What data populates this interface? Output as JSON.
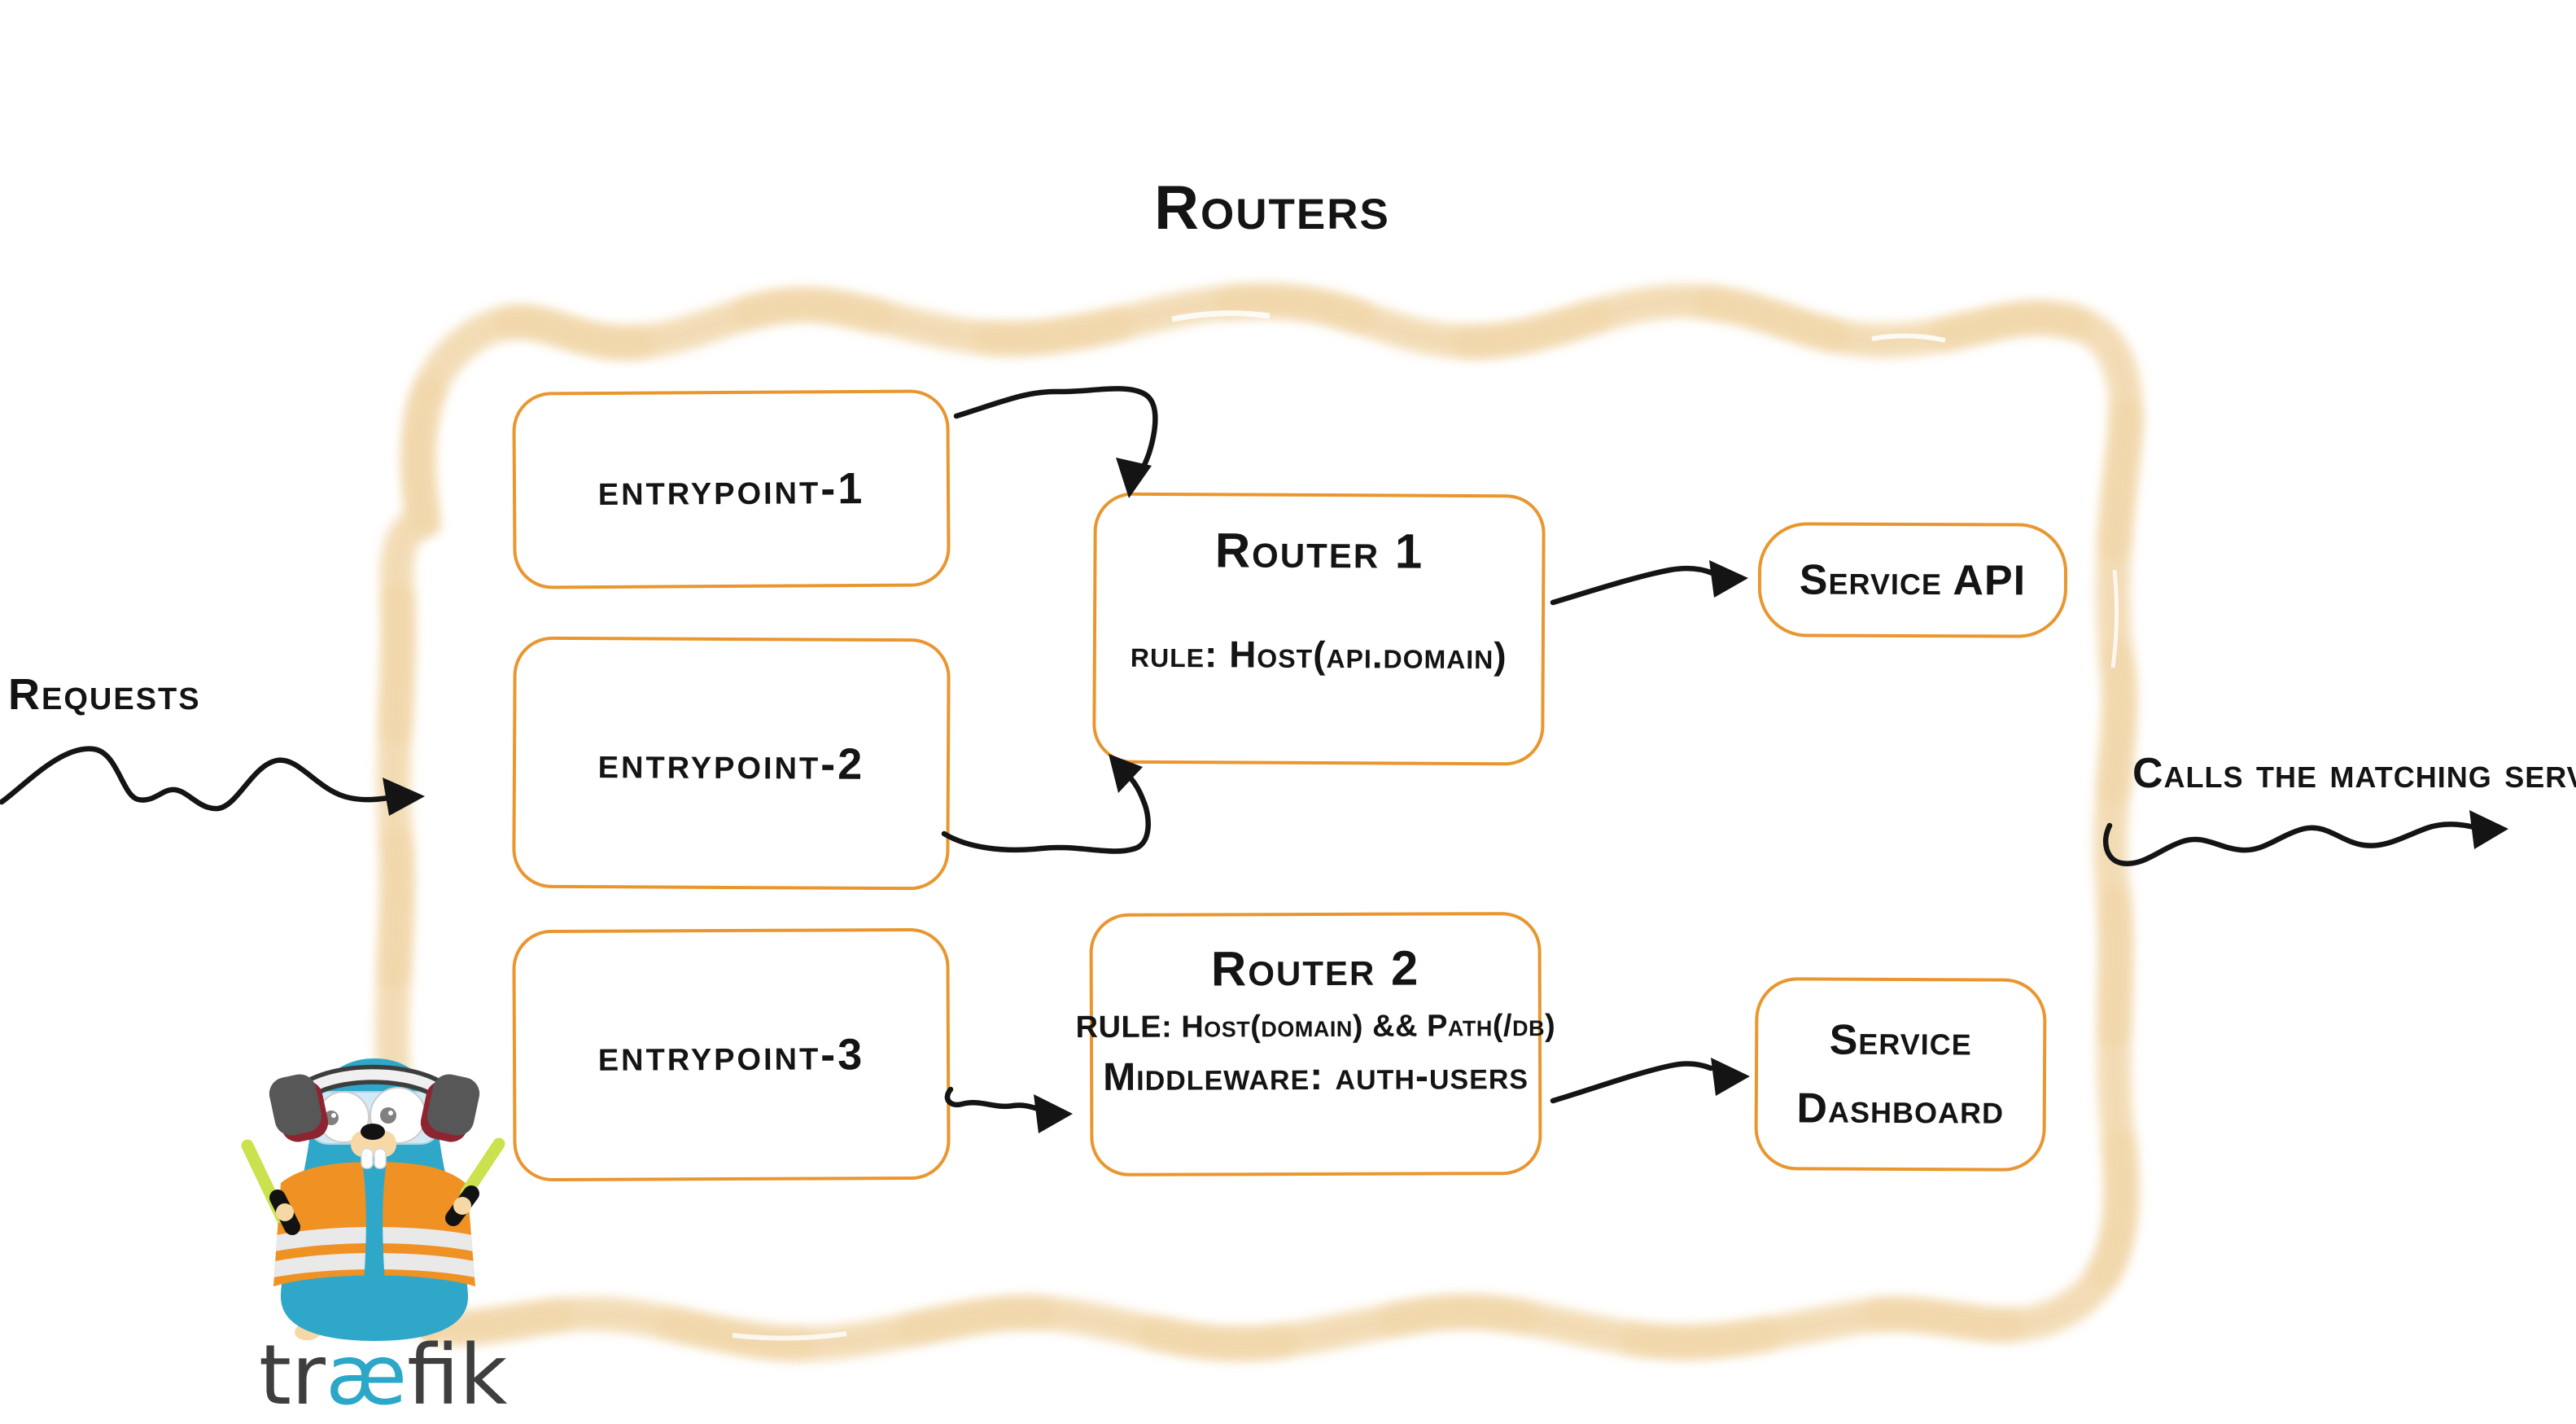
{
  "diagram_title": "Routers",
  "left_label": {
    "text": "Requests"
  },
  "right_label": {
    "text": "Calls the matching server"
  },
  "entrypoints": [
    {
      "label": "entrypoint-1"
    },
    {
      "label": "entrypoint-2"
    },
    {
      "label": "entrypoint-3"
    }
  ],
  "routers": [
    {
      "name": "Router 1",
      "rule": "rule: Host(api.domain)"
    },
    {
      "name": "Router 2",
      "rule": "RULE: Host(domain) && Path(/db)",
      "middleware": "Middleware: auth-users"
    }
  ],
  "services": [
    {
      "label": "Service API",
      "lines": [
        "Service API"
      ]
    },
    {
      "label": "Service Dashboard",
      "lines": [
        "Service",
        "Dashboard"
      ]
    }
  ],
  "logo": {
    "brand": "træfik",
    "segments": [
      {
        "text": "tr",
        "color": "#3e3e3e"
      },
      {
        "text": "æ",
        "color": "#2ba7c8"
      },
      {
        "text": "fik",
        "color": "#3e3e3e"
      }
    ]
  },
  "colors": {
    "container_border": "#e8912c",
    "container_fill": "#f4f4f2",
    "box_border": "#e9962f",
    "box_fill": "#ffffff",
    "arrow": "#141414",
    "text": "#141414",
    "gopher_body": "#2fa7c9",
    "vest_orange": "#f09123",
    "stick_green": "#cbe24e"
  }
}
